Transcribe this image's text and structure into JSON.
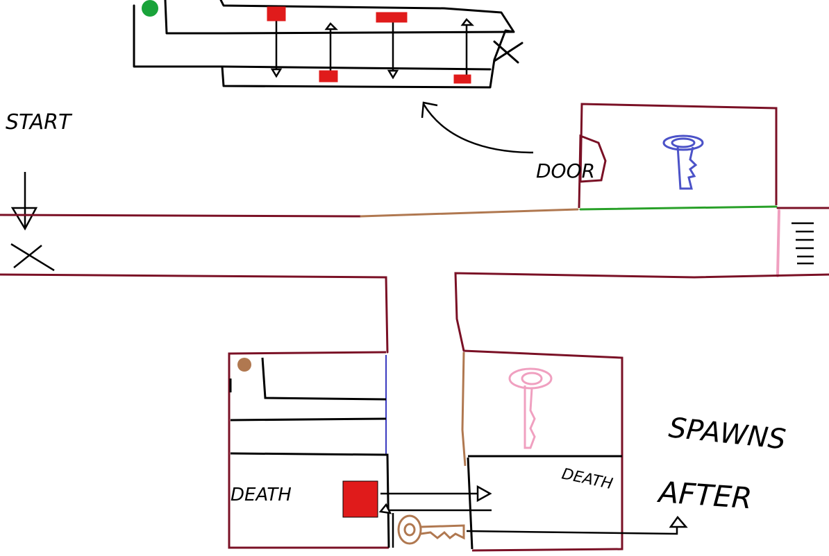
{
  "labels": {
    "start": "START",
    "door": "DOOR",
    "death_left": "DEATH",
    "death_right": "DEATH",
    "spawns_line1": "SPAWNS",
    "spawns_line2": "AFTER"
  },
  "colors": {
    "wall": "#7a1025",
    "ink": "#000000",
    "green_marker": "#1aa33a",
    "red_hazard": "#e01b1b",
    "brown": "#b07850",
    "blue_key": "#4b52c8",
    "pink_key": "#f0a0c0",
    "blue_barrier": "#3a3ac0",
    "green_barrier": "#28a028",
    "pink_barrier": "#f0a0c0"
  },
  "keys": [
    {
      "name": "blue-key",
      "color": "blue"
    },
    {
      "name": "pink-key",
      "color": "pink"
    },
    {
      "name": "brown-key",
      "color": "brown"
    }
  ]
}
